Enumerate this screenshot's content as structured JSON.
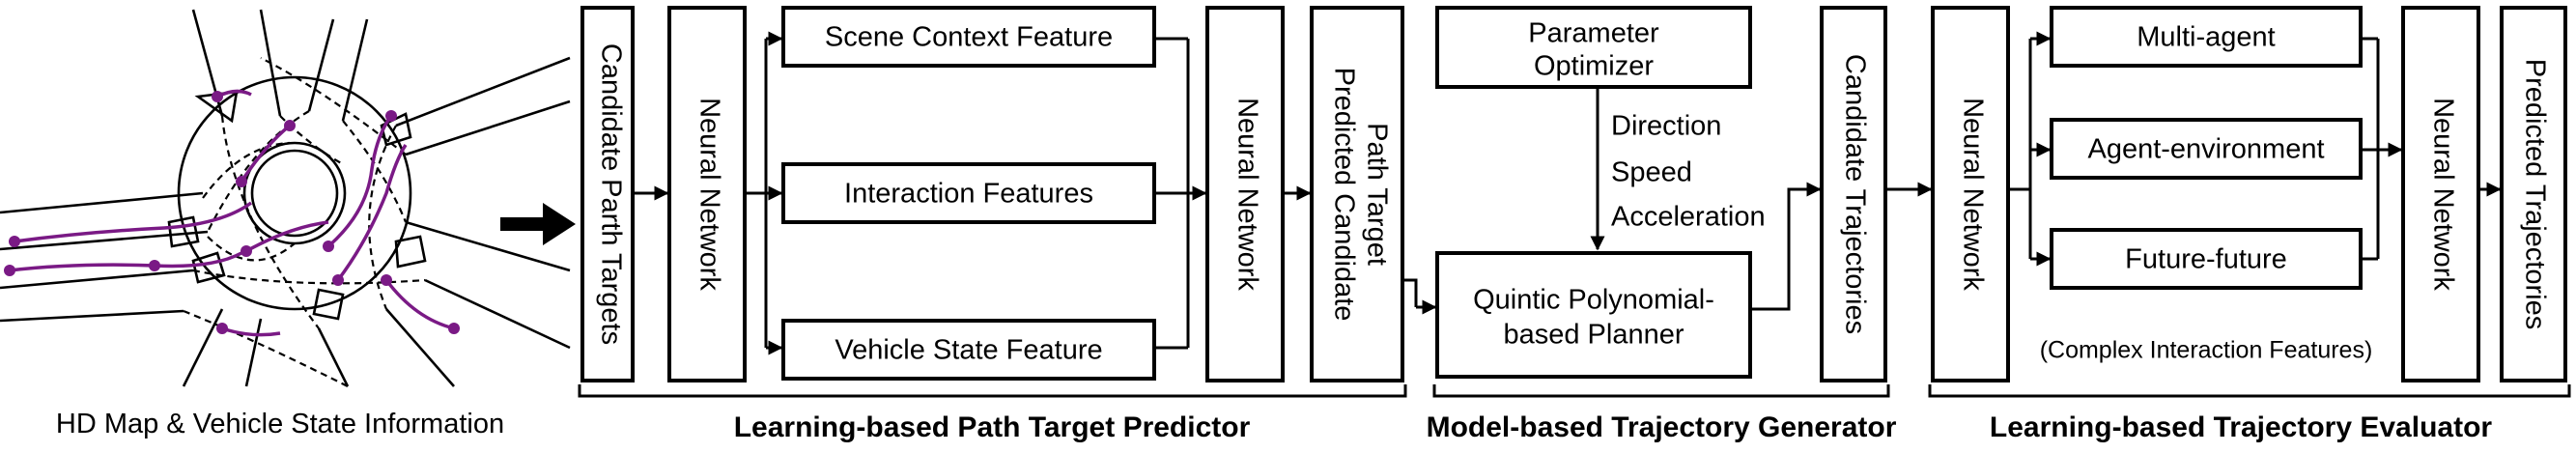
{
  "map": {
    "caption": "HD Map & Vehicle State Information"
  },
  "predictor": {
    "title": "Learning-based Path Target Predictor",
    "candidate": "Candidate Parth Targets",
    "nn1": "Neural Network",
    "scene": "Scene Context Feature",
    "interaction": "Interaction Features",
    "vehicle": "Vehicle State Feature",
    "nn2": "Neural Network",
    "predicted_line1": "Predicted Candidate",
    "predicted_line2": "Path Target"
  },
  "generator": {
    "title": "Model-based Trajectory Generator",
    "optimizer_line1": "Parameter",
    "optimizer_line2": "Optimizer",
    "direction": "Direction",
    "speed": "Speed",
    "acceleration": "Acceleration",
    "planner_line1": "Quintic Polynomial-",
    "planner_line2": "based Planner",
    "candidate_traj": "Candidate Trajectories"
  },
  "evaluator": {
    "title": "Learning-based Trajectory Evaluator",
    "nn1": "Neural Network",
    "multi": "Multi-agent",
    "agent_env": "Agent-environment",
    "future": "Future-future",
    "complex": "(Complex Interaction Features)",
    "nn2": "Neural Network",
    "predicted": "Predicted Trajectories"
  },
  "colors": {
    "trajectory": "#7a1a85",
    "stroke": "#000000"
  }
}
